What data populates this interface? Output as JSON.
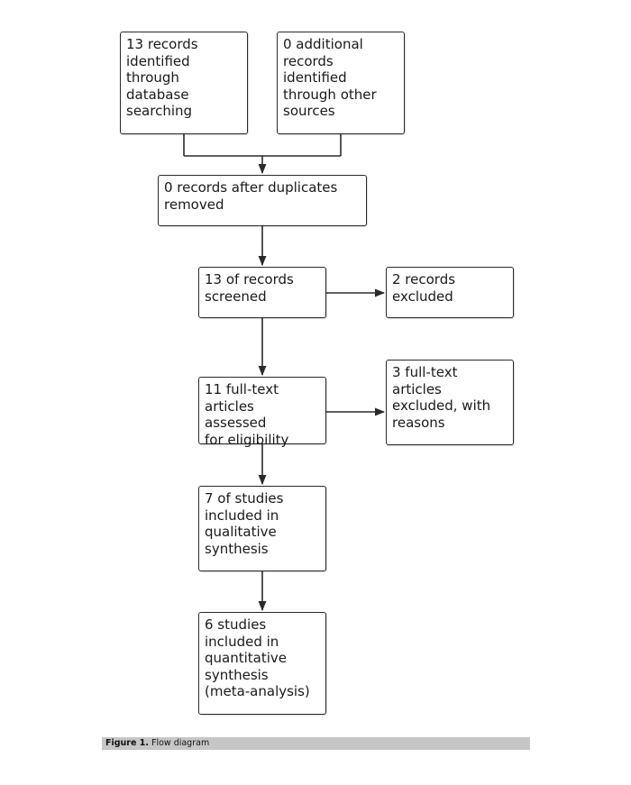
{
  "boxes": {
    "db_search": "13 records\nidentified\nthrough\ndatabase\nsearching",
    "other_sources": "0 additional\nrecords\nidentified\nthrough other\nsources",
    "after_duplicates": "0 records after duplicates\nremoved",
    "screened": "13 of records\nscreened",
    "excluded": "2 records\nexcluded",
    "fulltext_assessed": "11 full-text\narticles assessed\nfor eligibility",
    "fulltext_excluded": "3 full-text\narticles\nexcluded, with\nreasons",
    "qualitative": "7 of studies\nincluded in\nqualitative\nsynthesis",
    "quantitative": "6 studies\nincluded in\nquantitative\nsynthesis\n(meta-analysis)"
  },
  "caption": {
    "label": "Figure 1.",
    "text": " Flow diagram"
  },
  "colors": {
    "line": "#2a2a2a",
    "caption_bg": "#c6c6c6"
  }
}
